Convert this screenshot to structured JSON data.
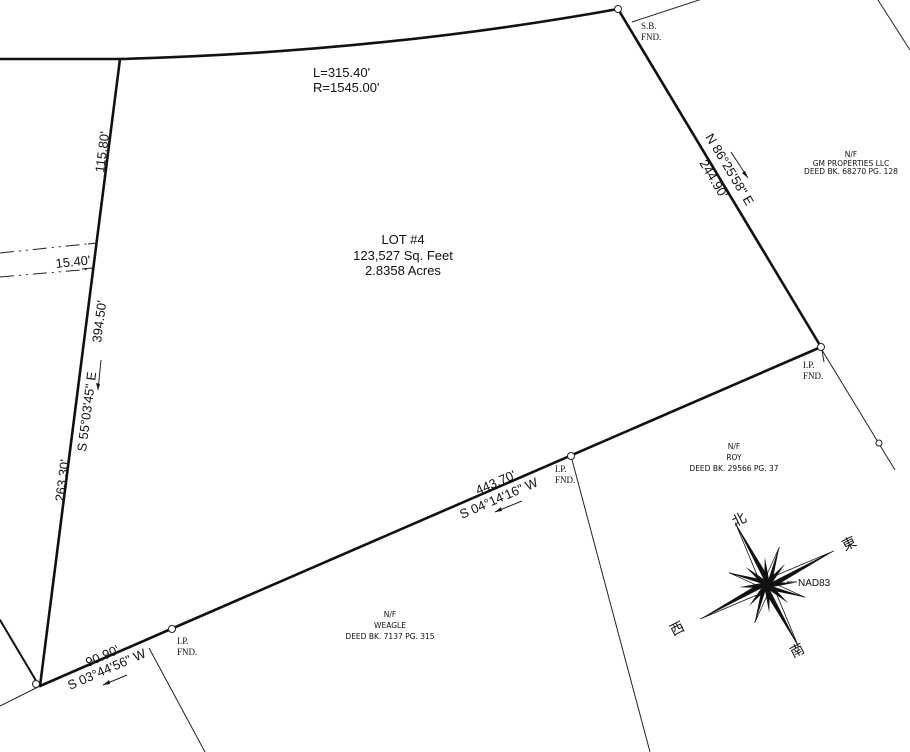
{
  "lot": {
    "title": "LOT #4",
    "area_sqft": "123,527 Sq. Feet",
    "area_acres": "2.8358 Acres"
  },
  "curve": {
    "length": "L=315.40'",
    "radius": "R=1545.00'"
  },
  "boundaries": {
    "west_upper_distance": "115.80'",
    "easement_width": "15.40'",
    "west_bearing": "S 55°03'45\" E",
    "west_total_distance": "394.50'",
    "west_lower_distance": "263.30'",
    "east_bearing": "N 86°25'58\" E",
    "east_distance": "244.90'",
    "south_long_distance": "443.70'",
    "south_long_bearing": "S 04°14'16\" W",
    "south_short_distance": "90.90'",
    "south_short_bearing": "S 03°44'56\" W"
  },
  "monuments": [
    {
      "label_1": "S.B.",
      "label_2": "FND."
    },
    {
      "label_1": "I.P.",
      "label_2": "FND."
    },
    {
      "label_1": "I.P.",
      "label_2": "FND."
    },
    {
      "label_1": "I.P.",
      "label_2": "FND."
    }
  ],
  "adjoiners": [
    {
      "status": "N/F",
      "owner": "GM PROPERTIES LLC",
      "deed": "DEED BK. 68270 PG. 128"
    },
    {
      "status": "N/F",
      "owner": "ROY",
      "deed": "DEED BK. 29566 PG. 37"
    },
    {
      "status": "N/F",
      "owner": "WEAGLE",
      "deed": "DEED BK. 7137 PG. 315"
    }
  ],
  "compass": {
    "datum": "NAD83",
    "icon": "compass-rose-icon",
    "directions": [
      "北",
      "東",
      "南",
      "西"
    ]
  }
}
